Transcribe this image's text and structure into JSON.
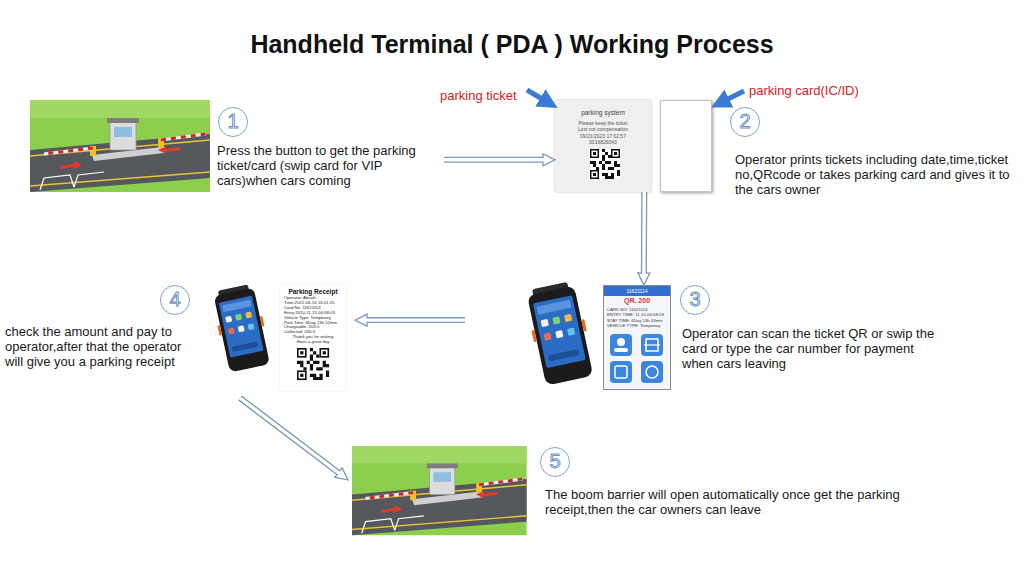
{
  "diagram": {
    "title": "Handheld Terminal ( PDA ) Working Process",
    "nodes": [
      {
        "text": [
          "1",
          "Press the button to get the parking ticket/card (swip card for VIP cars)when cars coming"
        ]
      },
      {
        "text": [
          "parking ticket",
          "parking system",
          "Please keep the ticket",
          "Lost not compensation",
          "09/21/2023 17:02:57",
          "0016826043"
        ]
      },
      {
        "text": [
          "parking card(IC/ID)"
        ]
      },
      {
        "text": [
          "2",
          "Operator prints tickets including date,time,ticket no,QRcode or takes parking card and gives it to the cars owner"
        ]
      },
      {
        "text": [
          "3",
          "Operator can scan the ticket QR or swip the card or type the car number for payment when cars leaving"
        ]
      },
      {
        "text": [
          "11621114",
          "QR. 200",
          "CARD NO: 11621114",
          "ENTRY TIME: 11-15 04:08:03",
          "STAY TIME: 6Day 13h 43min",
          "VEHICLE TYPE: Temporary"
        ],
        "in": 4
      },
      {
        "text": [
          "4",
          "check the amount and pay to operator,after that the operator will give you a parking receipt"
        ]
      },
      {
        "text": [
          "Parking Receipt",
          "Operator: Abuah",
          "Time:2022-06-16 16:01:25",
          "Card No: 11621114",
          "Entry:2020-11-15 04:08:03",
          "Vehicle Type: Temporary",
          "Park Time: 6Day 13h 52min",
          "Chargeable: 200.0",
          "Collected: 200.0",
          "Thank you for visiting",
          "Have a great day"
        ],
        "in": 6
      },
      {
        "text": [
          "5",
          "The boom barrier will open automatically once get the parking receipt,then the car owners can leave"
        ]
      }
    ],
    "edges": [
      {
        "from": 0,
        "to": 1,
        "arrow": "to"
      },
      {
        "from": 1,
        "to": 5,
        "arrow": "to"
      },
      {
        "from": 4,
        "to": 6,
        "arrow": "to"
      },
      {
        "from": 6,
        "to": 8,
        "arrow": "to"
      }
    ]
  }
}
